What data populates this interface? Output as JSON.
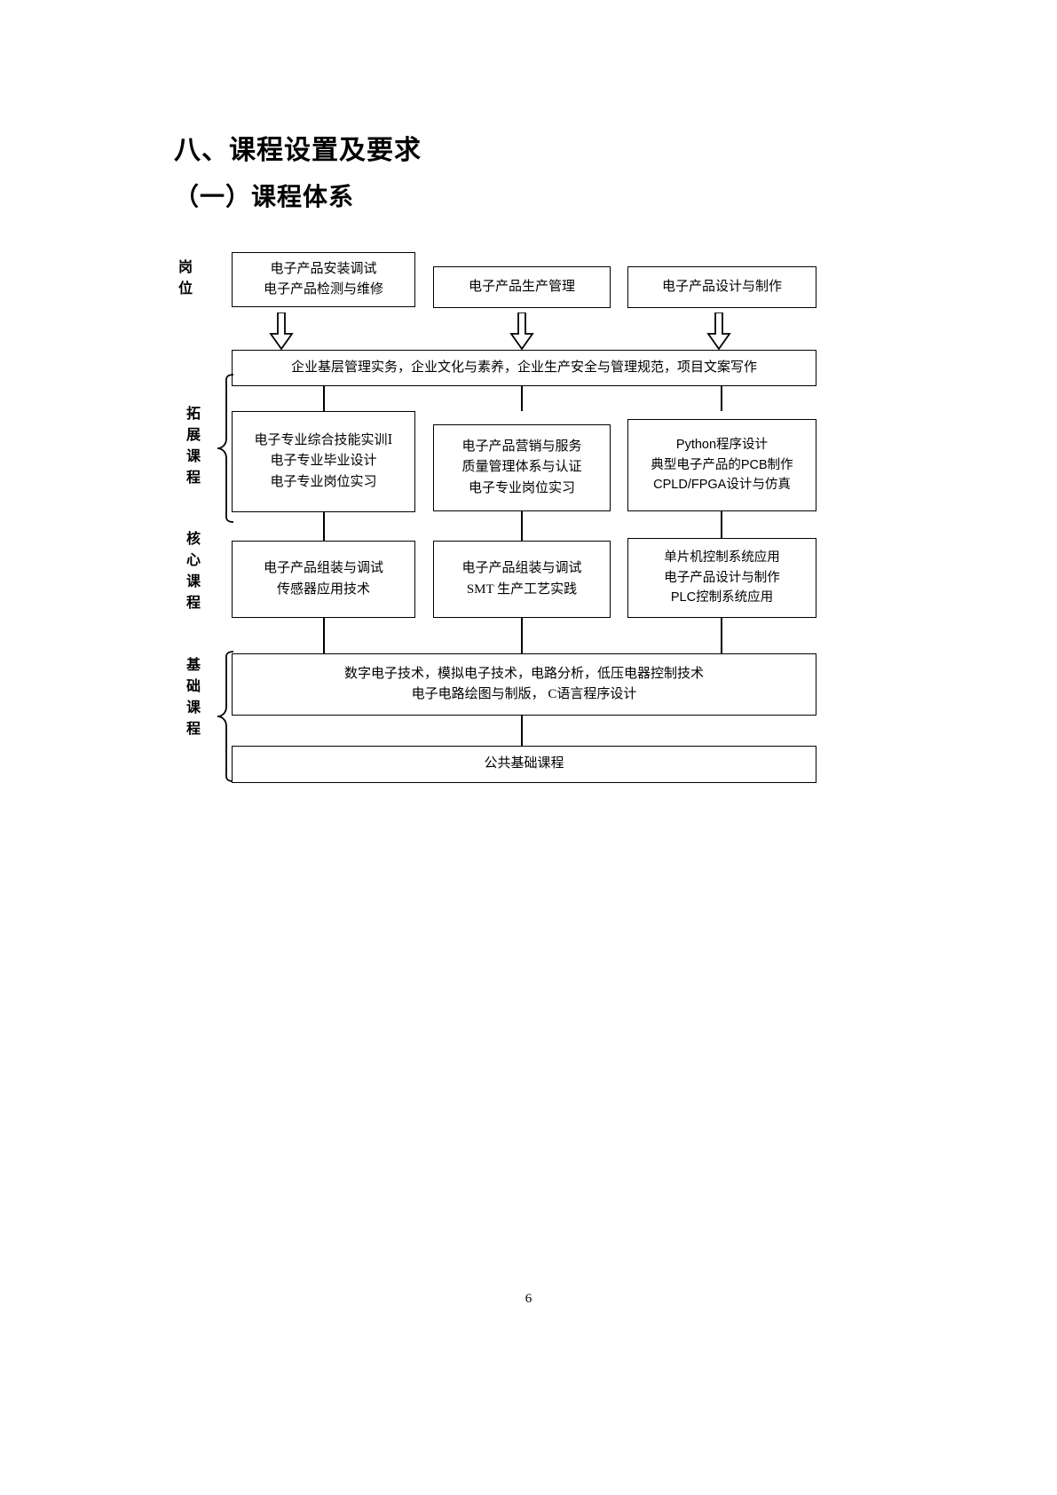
{
  "document": {
    "heading_main": "八、课程设置及要求",
    "heading_sub": "（一）课程体系",
    "page_number": "6"
  },
  "diagram": {
    "row_labels": {
      "position": "岗\n位",
      "extension": "拓\n展\n课\n程",
      "core": "核\n心\n课\n程",
      "foundation": "基\n础\n课\n程"
    },
    "position_boxes": [
      {
        "text": "电子产品安装调试\n电子产品检测与维修"
      },
      {
        "text": "电子产品生产管理"
      },
      {
        "text": "电子产品设计与制作"
      }
    ],
    "enterprise_bar": {
      "text": "企业基层管理实务，企业文化与素养，企业生产安全与管理规范，项目文案写作"
    },
    "extension_boxes": [
      {
        "text": "电子专业综合技能实训Ⅰ\n电子专业毕业设计\n电子专业岗位实习"
      },
      {
        "text": "电子产品营销与服务\n质量管理体系与认证\n电子专业岗位实习"
      },
      {
        "text": "Python程序设计\n典型电子产品的PCB制作\nCPLD/FPGA设计与仿真"
      }
    ],
    "core_boxes": [
      {
        "text": "电子产品组装与调试\n传感器应用技术"
      },
      {
        "text": "电子产品组装与调试\nSMT 生产工艺实践"
      },
      {
        "text": "单片机控制系统应用\n电子产品设计与制作\nPLC控制系统应用"
      }
    ],
    "foundation_bar": {
      "text": "数字电子技术，模拟电子技术，电路分析，低压电器控制技术\n电子电路绘图与制版，  C语言程序设计"
    },
    "public_bar": {
      "text": "公共基础课程"
    },
    "arrows": [
      {
        "name": "down-arrow-1"
      },
      {
        "name": "down-arrow-2"
      },
      {
        "name": "down-arrow-3"
      }
    ]
  }
}
